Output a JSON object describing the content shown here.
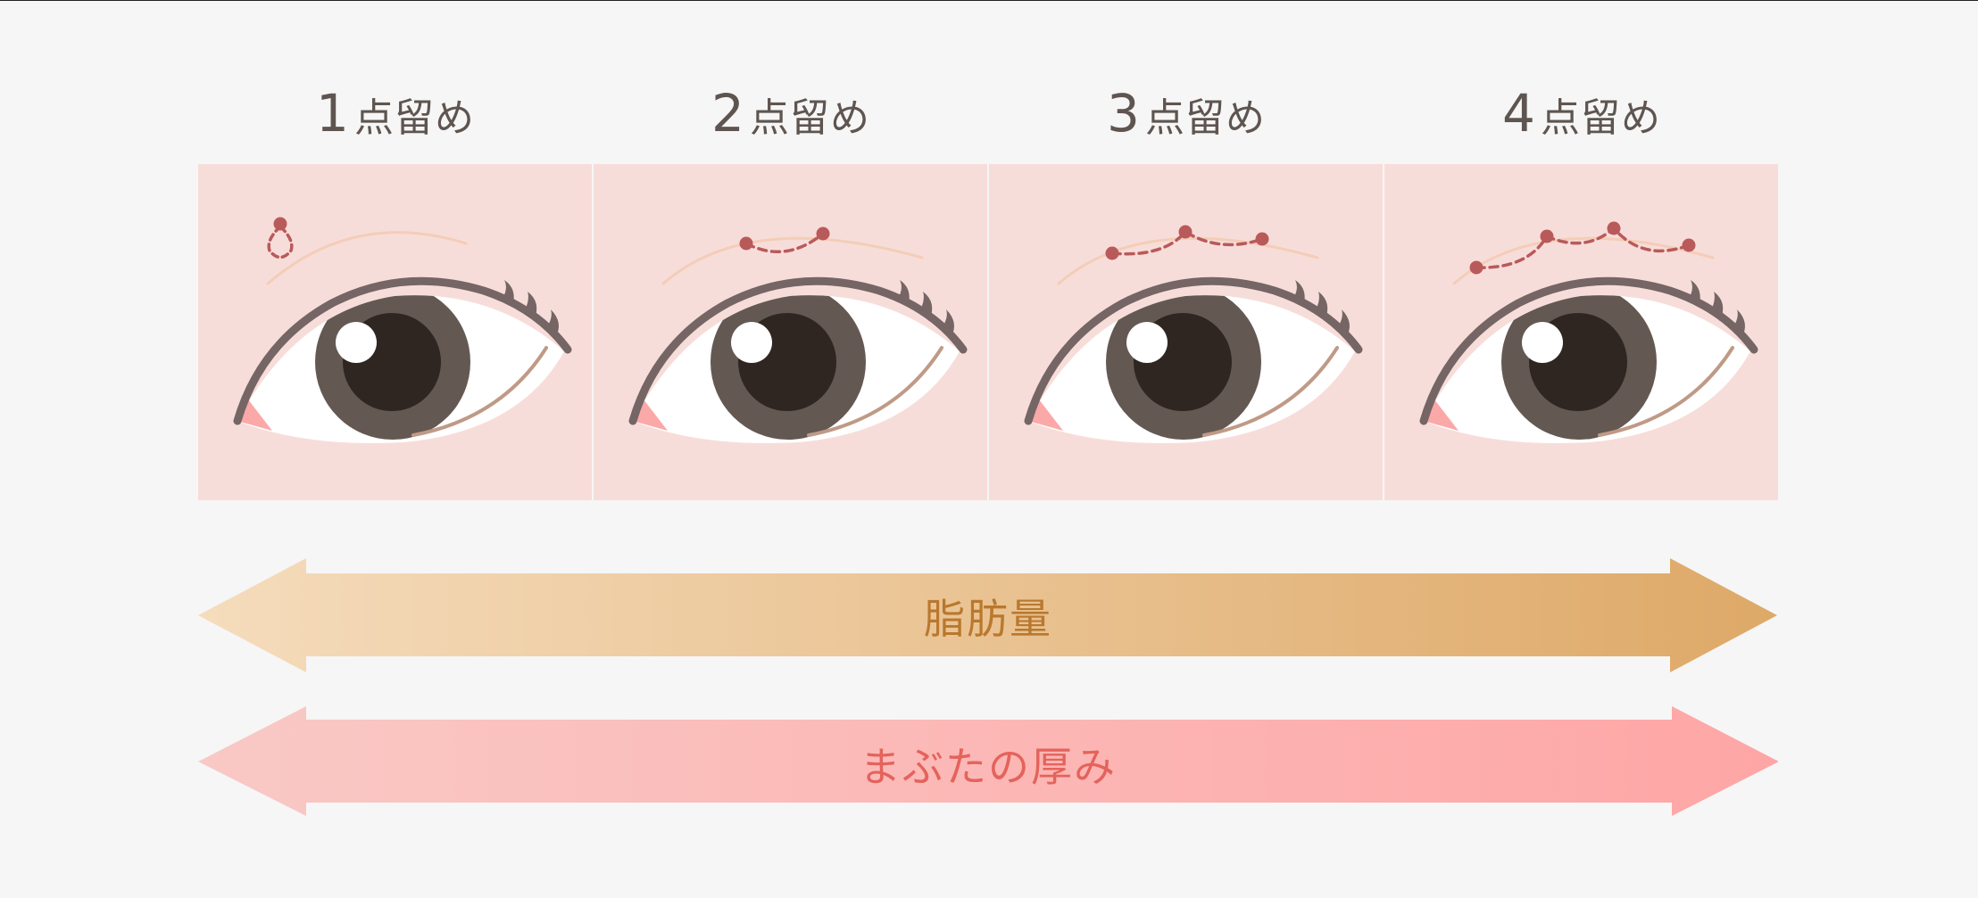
{
  "colors": {
    "page_bg": "#f6f6f6",
    "panel_bg": "#f7ddd9",
    "heading_text": "#5f5550",
    "suture": "#b95a5a",
    "crease": "#f4cdb8",
    "lid_line": "#756565",
    "iris": "#645852",
    "pupil": "#2f2622",
    "lower_lid": "#bf9a86",
    "caruncle": "#fba8a8",
    "fat_arrow_start": "#f5dcbc",
    "fat_arrow_end": "#dea968",
    "fat_label": "#b9782e",
    "lid_arrow_start": "#f9c9c5",
    "lid_arrow_end": "#fea6a6",
    "lid_label": "#e4635c"
  },
  "panels": [
    {
      "number": "1",
      "label": "点留め",
      "points": 1
    },
    {
      "number": "2",
      "label": "点留め",
      "points": 2
    },
    {
      "number": "3",
      "label": "点留め",
      "points": 3
    },
    {
      "number": "4",
      "label": "点留め",
      "points": 4
    }
  ],
  "arrows": [
    {
      "label": "脂肪量",
      "direction": "bidirectional"
    },
    {
      "label": "まぶたの厚み",
      "direction": "bidirectional"
    }
  ]
}
